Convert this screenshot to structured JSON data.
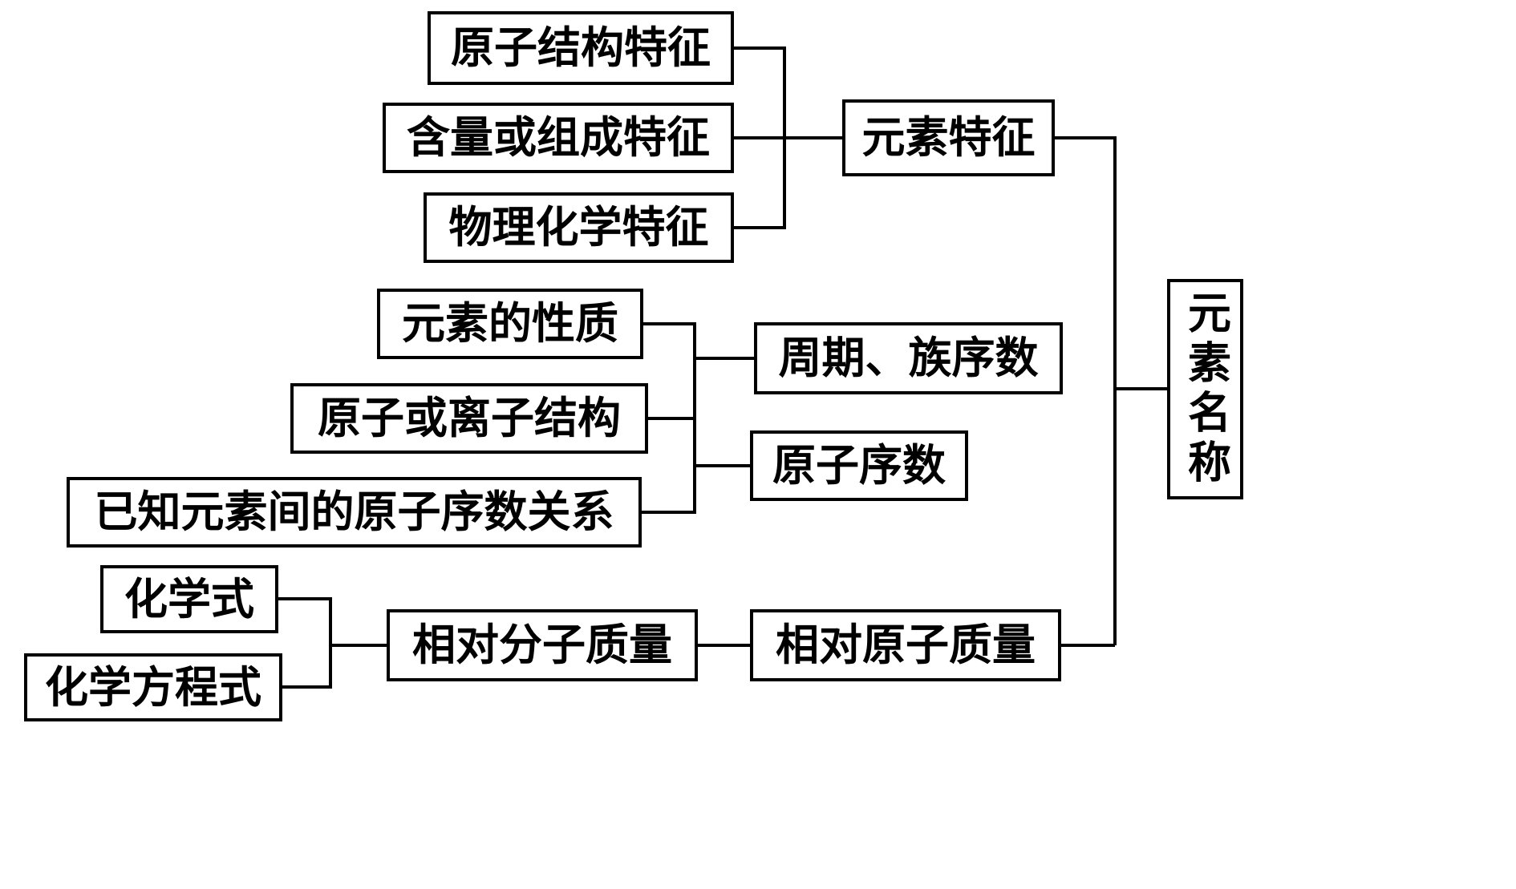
{
  "diagram": {
    "line_color": "#000000",
    "background_color": "#ffffff",
    "nodes": [
      {
        "id": "atomic-structure-features",
        "label": "原子结构特征"
      },
      {
        "id": "content-or-composition-features",
        "label": "含量或组成特征"
      },
      {
        "id": "physical-chemical-features",
        "label": "物理化学特征"
      },
      {
        "id": "element-features",
        "label": "元素特征"
      },
      {
        "id": "element-properties",
        "label": "元素的性质"
      },
      {
        "id": "atom-or-ion-structure",
        "label": "原子或离子结构"
      },
      {
        "id": "known-atomic-number-relations",
        "label": "已知元素间的原子序数关系"
      },
      {
        "id": "period-group-number",
        "label": "周期、族序数"
      },
      {
        "id": "atomic-number",
        "label": "原子序数"
      },
      {
        "id": "chemical-formula",
        "label": "化学式"
      },
      {
        "id": "chemical-equation",
        "label": "化学方程式"
      },
      {
        "id": "relative-molecular-mass",
        "label": "相对分子质量"
      },
      {
        "id": "relative-atomic-mass",
        "label": "相对原子质量"
      },
      {
        "id": "element-name",
        "label": "元素名称"
      }
    ],
    "edges": [
      {
        "from": "atomic-structure-features",
        "to": "element-features"
      },
      {
        "from": "content-or-composition-features",
        "to": "element-features"
      },
      {
        "from": "physical-chemical-features",
        "to": "element-features"
      },
      {
        "from": "element-features",
        "to": "element-name"
      },
      {
        "from": "element-properties",
        "to": "period-group-number"
      },
      {
        "from": "atom-or-ion-structure",
        "to": "period-group-number"
      },
      {
        "from": "atom-or-ion-structure",
        "to": "atomic-number"
      },
      {
        "from": "known-atomic-number-relations",
        "to": "atomic-number"
      },
      {
        "from": "period-group-number",
        "to": "element-name"
      },
      {
        "from": "atomic-number",
        "to": "element-name"
      },
      {
        "from": "chemical-formula",
        "to": "relative-molecular-mass"
      },
      {
        "from": "chemical-equation",
        "to": "relative-molecular-mass"
      },
      {
        "from": "relative-molecular-mass",
        "to": "relative-atomic-mass"
      },
      {
        "from": "relative-atomic-mass",
        "to": "element-name"
      }
    ]
  }
}
